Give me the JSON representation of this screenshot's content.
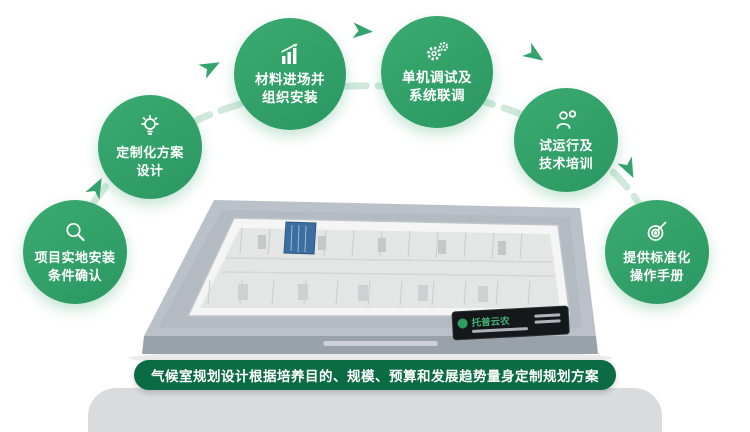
{
  "colors": {
    "circle_green": "#2f9e63",
    "banner_green": "#0a6b44",
    "arc_green": "#cde8da",
    "arrow_green": "#35a36d",
    "glass_blue": "#3b6f9f"
  },
  "steps": [
    {
      "icon": "magnifier-icon",
      "line1": "项目实地安装",
      "line2": "条件确认"
    },
    {
      "icon": "lightbulb-icon",
      "line1": "定制化方案",
      "line2": "设计"
    },
    {
      "icon": "bar-chart-icon",
      "line1": "材料进场并",
      "line2": "组织安装"
    },
    {
      "icon": "gears-icon",
      "line1": "单机调试及",
      "line2": "系统联调"
    },
    {
      "icon": "trainer-icon",
      "line1": "试运行及",
      "line2": "技术培训"
    },
    {
      "icon": "target-icon",
      "line1": "提供标准化",
      "line2": "操作手册"
    }
  ],
  "model": {
    "sign": {
      "brand": "托普云农"
    }
  },
  "banner": {
    "text": "气候室规划设计根据培养目的、规模、预算和发展趋势量身定制规划方案"
  }
}
